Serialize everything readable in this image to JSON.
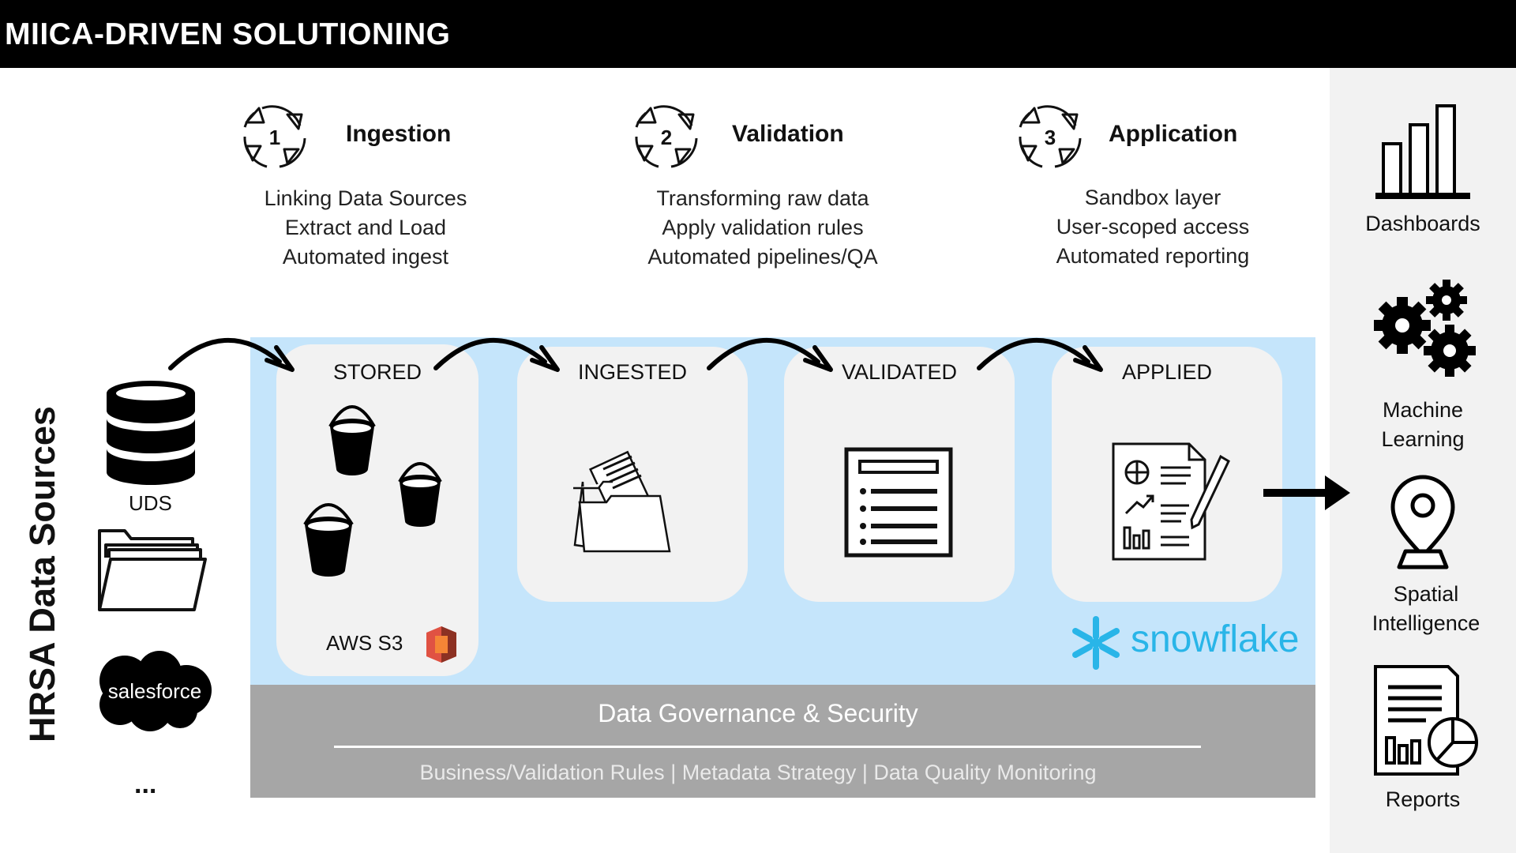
{
  "header": {
    "title": "MIICA-DRIVEN SOLUTIONING"
  },
  "stages": [
    {
      "number": "1",
      "title": "Ingestion",
      "items": [
        "Linking Data Sources",
        "Extract and Load",
        "Automated ingest"
      ]
    },
    {
      "number": "2",
      "title": "Validation",
      "items": [
        "Transforming raw data",
        "Apply validation rules",
        "Automated pipelines/QA"
      ]
    },
    {
      "number": "3",
      "title": "Application",
      "items": [
        "Sandbox layer",
        "User-scoped access",
        "Automated reporting"
      ]
    }
  ],
  "sources": {
    "title": "HRSA Data Sources",
    "uds_label": "UDS",
    "salesforce_label": "salesforce",
    "more": "..."
  },
  "flow": {
    "cards": [
      {
        "label": "STORED",
        "icon": "buckets-icon"
      },
      {
        "label": "INGESTED",
        "icon": "folder-documents-icon"
      },
      {
        "label": "VALIDATED",
        "icon": "list-document-icon"
      },
      {
        "label": "APPLIED",
        "icon": "report-document-icon"
      }
    ],
    "aws_label": "AWS S3",
    "snowflake_label": "snowflake"
  },
  "governance": {
    "title": "Data Governance & Security",
    "subtitle": "Business/Validation Rules | Metadata Strategy | Data Quality Monitoring"
  },
  "outputs": [
    {
      "lines": [
        "Dashboards"
      ],
      "icon": "bar-chart-icon"
    },
    {
      "lines": [
        "Machine",
        "Learning"
      ],
      "icon": "gears-icon"
    },
    {
      "lines": [
        "Spatial",
        "Intelligence"
      ],
      "icon": "map-pin-icon"
    },
    {
      "lines": [
        "Reports"
      ],
      "icon": "report-icon"
    }
  ],
  "colors": {
    "flow_bg": "#c5e5fb",
    "governance_bg": "#a6a6a6",
    "snowflake": "#29b5e8",
    "aws": "#e05243"
  }
}
